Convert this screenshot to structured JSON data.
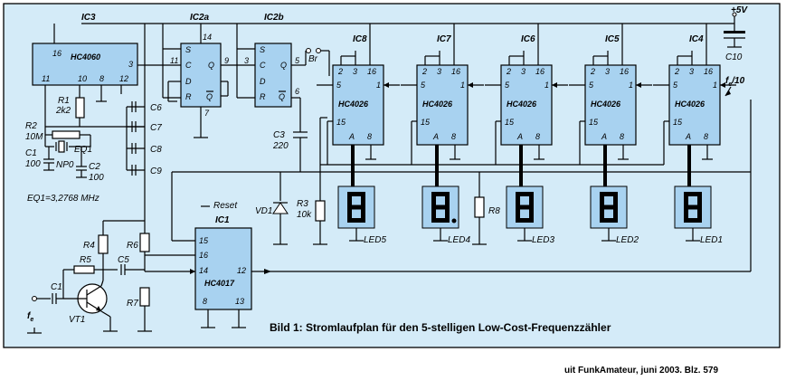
{
  "title": "Bild 1: Stromlaufplan für den 5-stelligen Low-Cost-Frequenzzähler",
  "source": "uit  FunkAmateur, juni 2003. Blz. 579",
  "supply": "+5V",
  "input_label": "f",
  "input_sub": "e",
  "fe10_label": "f",
  "fe10_sub": "e",
  "fe10_suffix": "/10",
  "ic3": {
    "ref": "IC3",
    "type": "HC4060",
    "pins": [
      "16",
      "11",
      "10",
      "8",
      "12",
      "3"
    ]
  },
  "ic2a": {
    "ref": "IC2a",
    "pins": [
      "14",
      "11",
      "7",
      "9",
      "S",
      "C",
      "D",
      "R",
      "Q"
    ]
  },
  "ic2b": {
    "ref": "IC2b",
    "pins": [
      "3",
      "5",
      "6",
      "S",
      "C",
      "D",
      "R",
      "Q"
    ]
  },
  "ic1": {
    "ref": "IC1",
    "type": "HC4017",
    "pins": [
      "15",
      "16",
      "14",
      "12",
      "8",
      "13"
    ],
    "reset": "Reset"
  },
  "counters": [
    {
      "ref": "IC8",
      "type": "HC4026"
    },
    {
      "ref": "IC7",
      "type": "HC4026"
    },
    {
      "ref": "IC6",
      "type": "HC4026"
    },
    {
      "ref": "IC5",
      "type": "HC4026"
    },
    {
      "ref": "IC4",
      "type": "HC4026"
    }
  ],
  "counter_pins": [
    "2",
    "3",
    "16",
    "5",
    "1",
    "15",
    "A",
    "8"
  ],
  "leds": [
    "LED5",
    "LED4",
    "LED3",
    "LED2",
    "LED1"
  ],
  "components": {
    "r1": "R1",
    "r1v": "2k2",
    "r2": "R2",
    "r2v": "10M",
    "c1": "C1",
    "c1v": "100",
    "c2": "C2",
    "c2v": "100",
    "npo": "NP0",
    "eq1": "EQ1",
    "eq1_spec": "EQ1=3,2768 MHz",
    "c3": "C3",
    "c3v": "220",
    "c5": "C5",
    "c6": "C6",
    "c7": "C7",
    "c8": "C8",
    "c9": "C9",
    "c10": "C10",
    "vd1": "VD1",
    "r3": "R3",
    "r3v": "10k",
    "r4": "R4",
    "r5": "R5",
    "r6": "R6",
    "r7": "R7",
    "r8": "R8",
    "br": "Br",
    "vt1": "VT1"
  }
}
